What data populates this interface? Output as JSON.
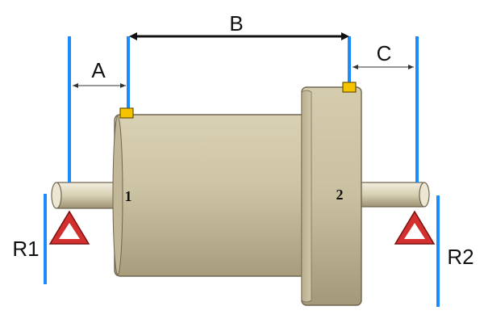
{
  "diagram": {
    "dimensions": {
      "a_label": "A",
      "b_label": "B",
      "c_label": "C"
    },
    "planes": {
      "plane1_label": "1",
      "plane2_label": "2"
    },
    "supports": {
      "r1_label": "R1",
      "r2_label": "R2"
    },
    "colors": {
      "plane_line": "#1a8cff",
      "support_triangle": "#d32f2f",
      "sensor_marker": "#f5c400",
      "rotor_body": "#cdc4a4",
      "dimension_line": "#111111"
    },
    "icons": {
      "support": "triangle-support-icon",
      "sensor": "square-marker-icon"
    }
  }
}
